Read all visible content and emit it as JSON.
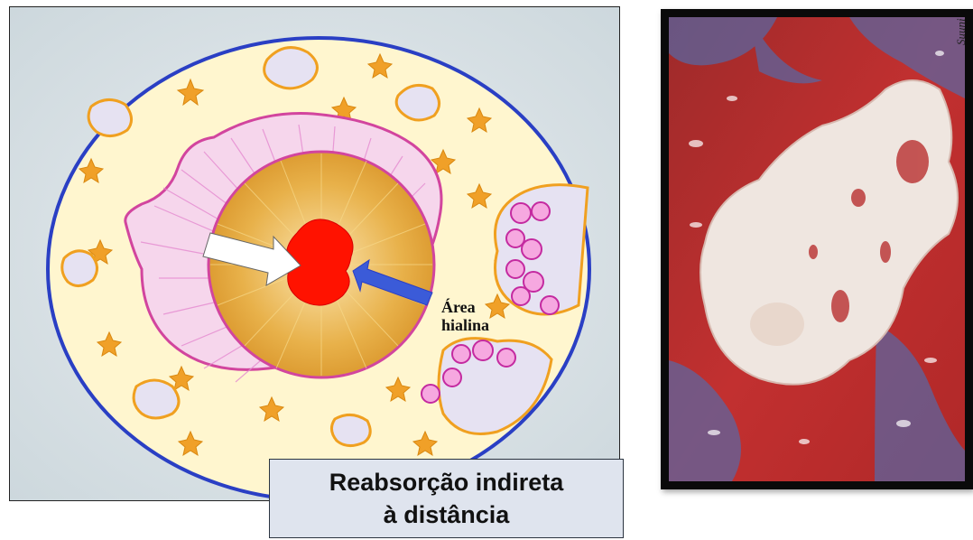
{
  "diagram": {
    "label_line1": "Área",
    "label_line2": "hialina",
    "caption_line1": "Reabsorção indireta",
    "caption_line2": "à distância",
    "colors": {
      "circle_outline": "#2a3fc4",
      "marrow_background": "#fff6cf",
      "ligament_pink": "#e58ad0",
      "hyaline_gold": "#e3a93a",
      "necrotic_red": "#ff1200",
      "arrow_blue": "#3b5bd8",
      "arrow_white": "#ffffff"
    }
  },
  "photo": {
    "signature": "Suuni",
    "colors": {
      "stain_red": "#b52424",
      "stain_blue": "#4f6db0",
      "hyaline_white": "#efe6e0"
    }
  }
}
